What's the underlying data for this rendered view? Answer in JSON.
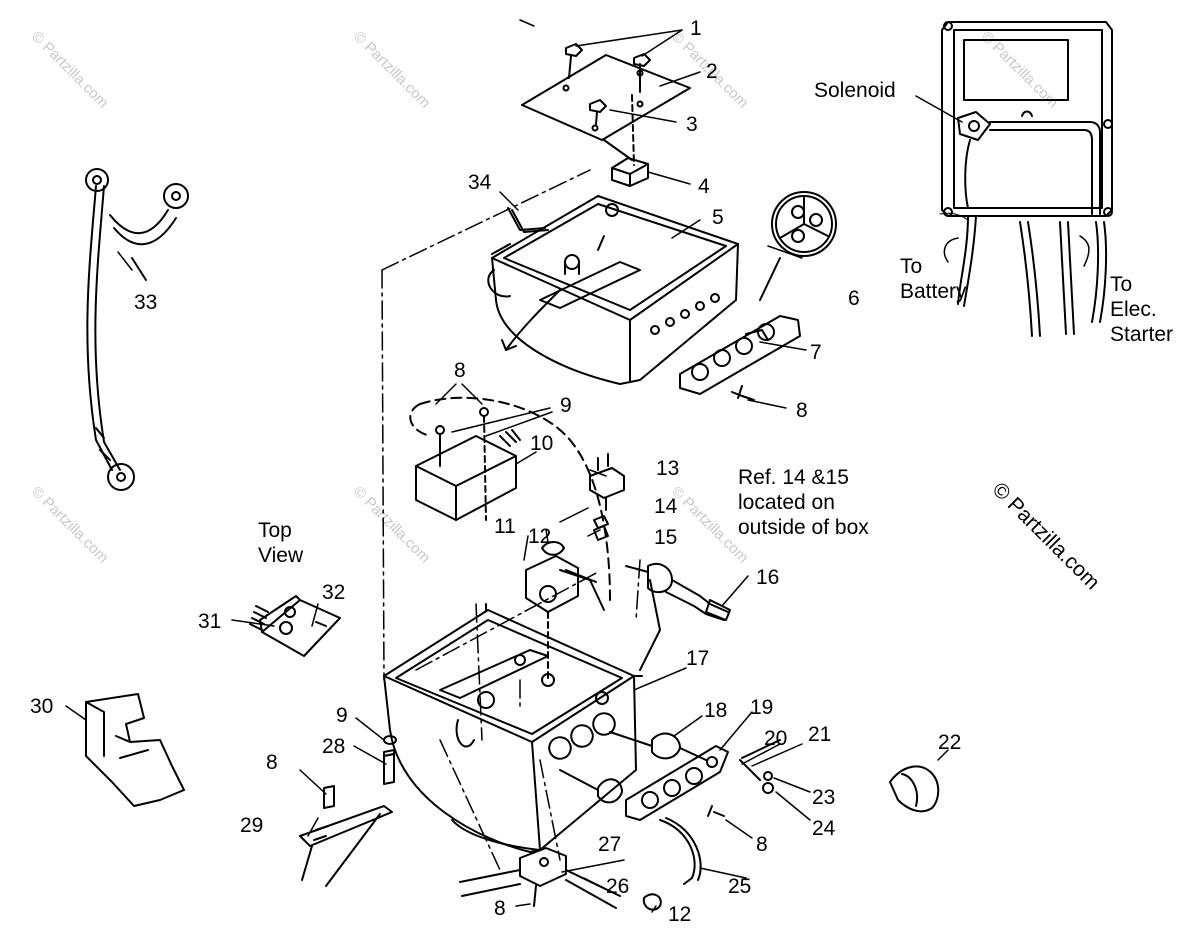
{
  "callouts": [
    "1",
    "2",
    "3",
    "4",
    "5",
    "6",
    "7",
    "8",
    "8",
    "8",
    "8",
    "8",
    "8",
    "9",
    "9",
    "10",
    "11",
    "12",
    "12",
    "13",
    "14",
    "15",
    "16",
    "17",
    "18",
    "19",
    "20",
    "21",
    "22",
    "23",
    "24",
    "25",
    "26",
    "27",
    "28",
    "29",
    "30",
    "31",
    "32",
    "33",
    "34"
  ],
  "annotations": {
    "top_view": [
      "Top",
      "View"
    ],
    "ref_note": [
      "Ref. 14 &15",
      "located on",
      "outside of box"
    ],
    "solenoid": "Solenoid",
    "to_battery": [
      "To",
      "Battery"
    ],
    "to_starter": [
      "To",
      "Elec.",
      "Starter"
    ]
  },
  "watermark": "© Partzilla.com",
  "copyright": "© Partzilla.com"
}
